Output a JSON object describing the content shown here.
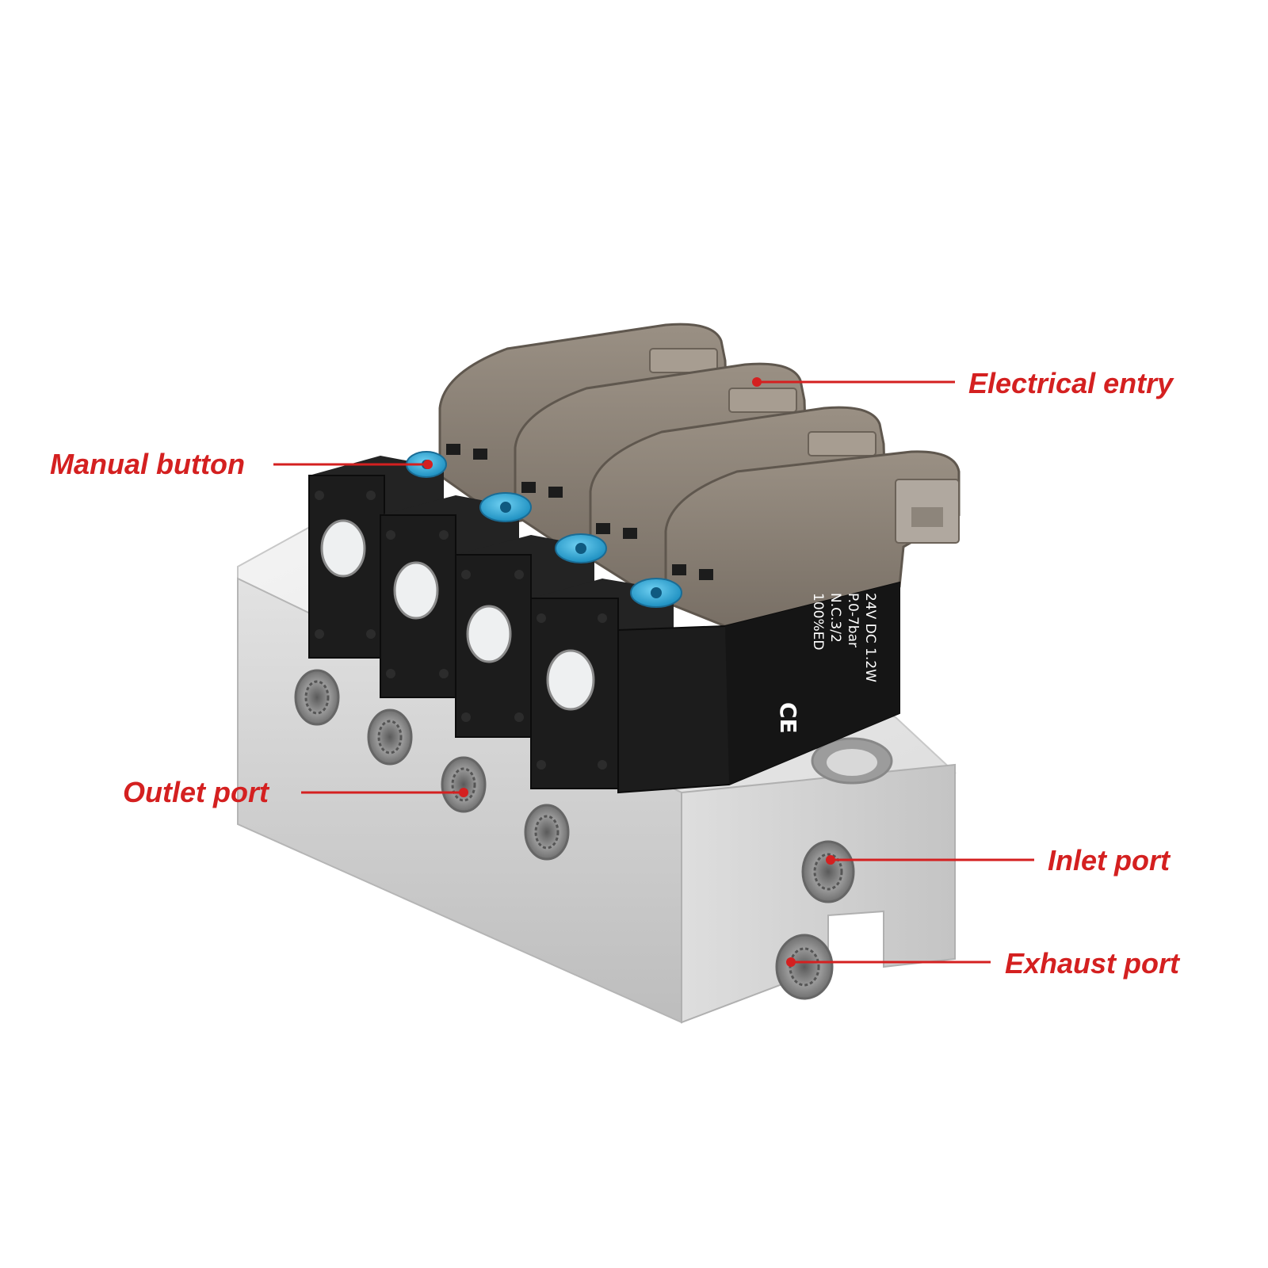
{
  "colors": {
    "label": "#d42020",
    "leader": "#d42020",
    "coil_body": "#1c1c1c",
    "cover": "#8c8276",
    "manifold": "#d6d6d6",
    "manual_button": "#2aa9dc"
  },
  "callouts": {
    "electrical_entry": "Electrical entry",
    "manual_button": "Manual button",
    "outlet_port": "Outlet port",
    "inlet_port": "Inlet port",
    "exhaust_port": "Exhaust port"
  },
  "valve_label": {
    "line1": "24V DC   1.2W",
    "line2": "P.0-7bar",
    "line3": "N.C.3/2",
    "line4": "100%ED",
    "mark": "CE"
  },
  "valve_count": 4
}
